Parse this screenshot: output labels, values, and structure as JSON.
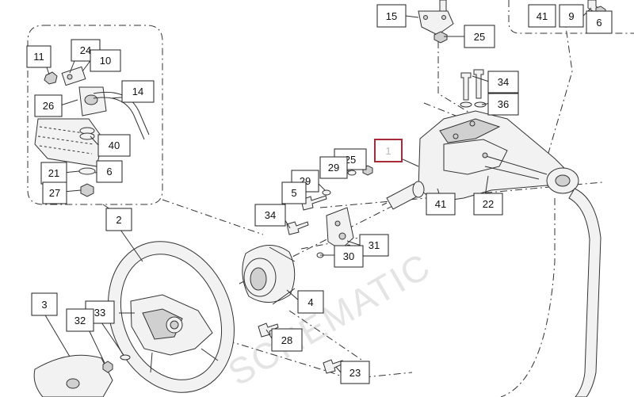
{
  "diagram": {
    "watermark": "SCHEMATIC",
    "highlighted_callout": "1",
    "callouts": {
      "c1": "1",
      "c2": "2",
      "c3": "3",
      "c4": "4",
      "c5": "5",
      "c6": "6",
      "c6b": "6",
      "c9": "9",
      "c10": "10",
      "c11": "11",
      "c14": "14",
      "c15": "15",
      "c21": "21",
      "c22": "22",
      "c23": "23",
      "c24": "24",
      "c25a": "25",
      "c25b": "25",
      "c26": "26",
      "c27": "27",
      "c28": "28",
      "c29a": "29",
      "c29b": "29",
      "c30": "30",
      "c31": "31",
      "c32": "32",
      "c33": "33",
      "c34a": "34",
      "c34b": "34",
      "c36": "36",
      "c40": "40",
      "c41a": "41",
      "c41b": "41"
    }
  }
}
